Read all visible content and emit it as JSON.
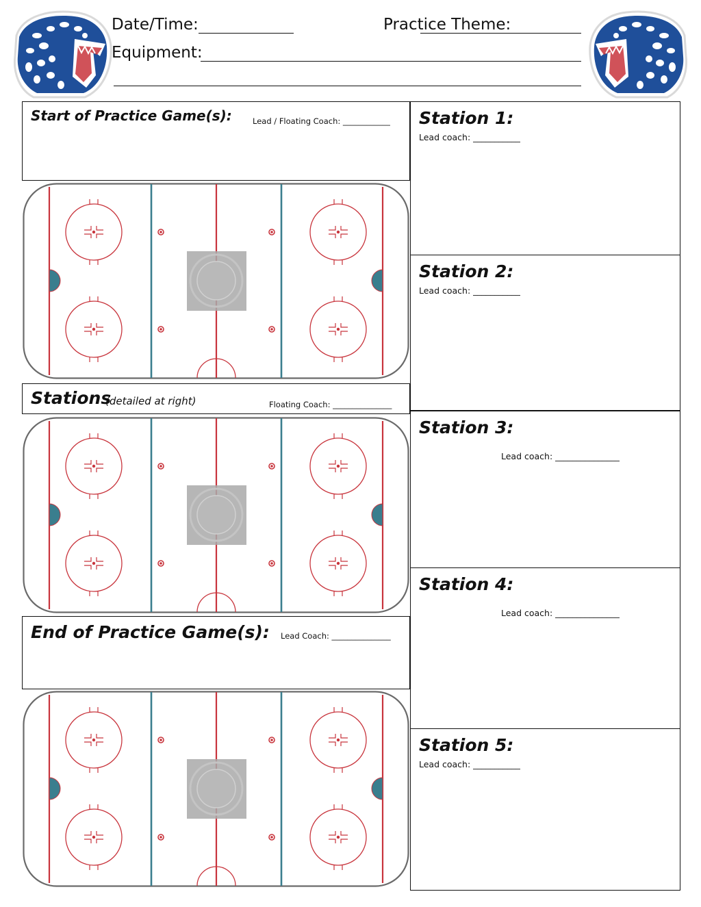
{
  "header": {
    "date_time_label": "Date/Time:",
    "date_time_value": "",
    "practice_theme_label": "Practice Theme:",
    "practice_theme_value": "",
    "equipment_label": "Equipment:",
    "equipment_value": ""
  },
  "logos": {
    "left_icon": "jaguar-mascot",
    "right_icon": "jaguar-mascot"
  },
  "start_game": {
    "title": "Start of Practice Game(s):",
    "coach_label": "Lead / Floating Coach: ____________"
  },
  "stations_section": {
    "title": "Stations",
    "subtitle": "(detailed at right)",
    "coach_label": "Floating Coach: _______________"
  },
  "end_game": {
    "title": "End of Practice Game(s):",
    "coach_label": "Lead Coach: _______________"
  },
  "stations": [
    {
      "title": "Station 1:",
      "coach_label": "Lead coach: ___________"
    },
    {
      "title": "Station 2:",
      "coach_label": "Lead coach: ___________"
    },
    {
      "title": "Station 3:",
      "coach_label": "Lead coach: _______________"
    },
    {
      "title": "Station 4:",
      "coach_label": "Lead coach: _______________"
    },
    {
      "title": "Station 5:",
      "coach_label": "Lead coach: ___________"
    }
  ],
  "colors": {
    "rink_red": "#c8343c",
    "rink_blue": "#3a7e8e",
    "logo_blue": "#1f4f9a",
    "border": "#111111"
  }
}
